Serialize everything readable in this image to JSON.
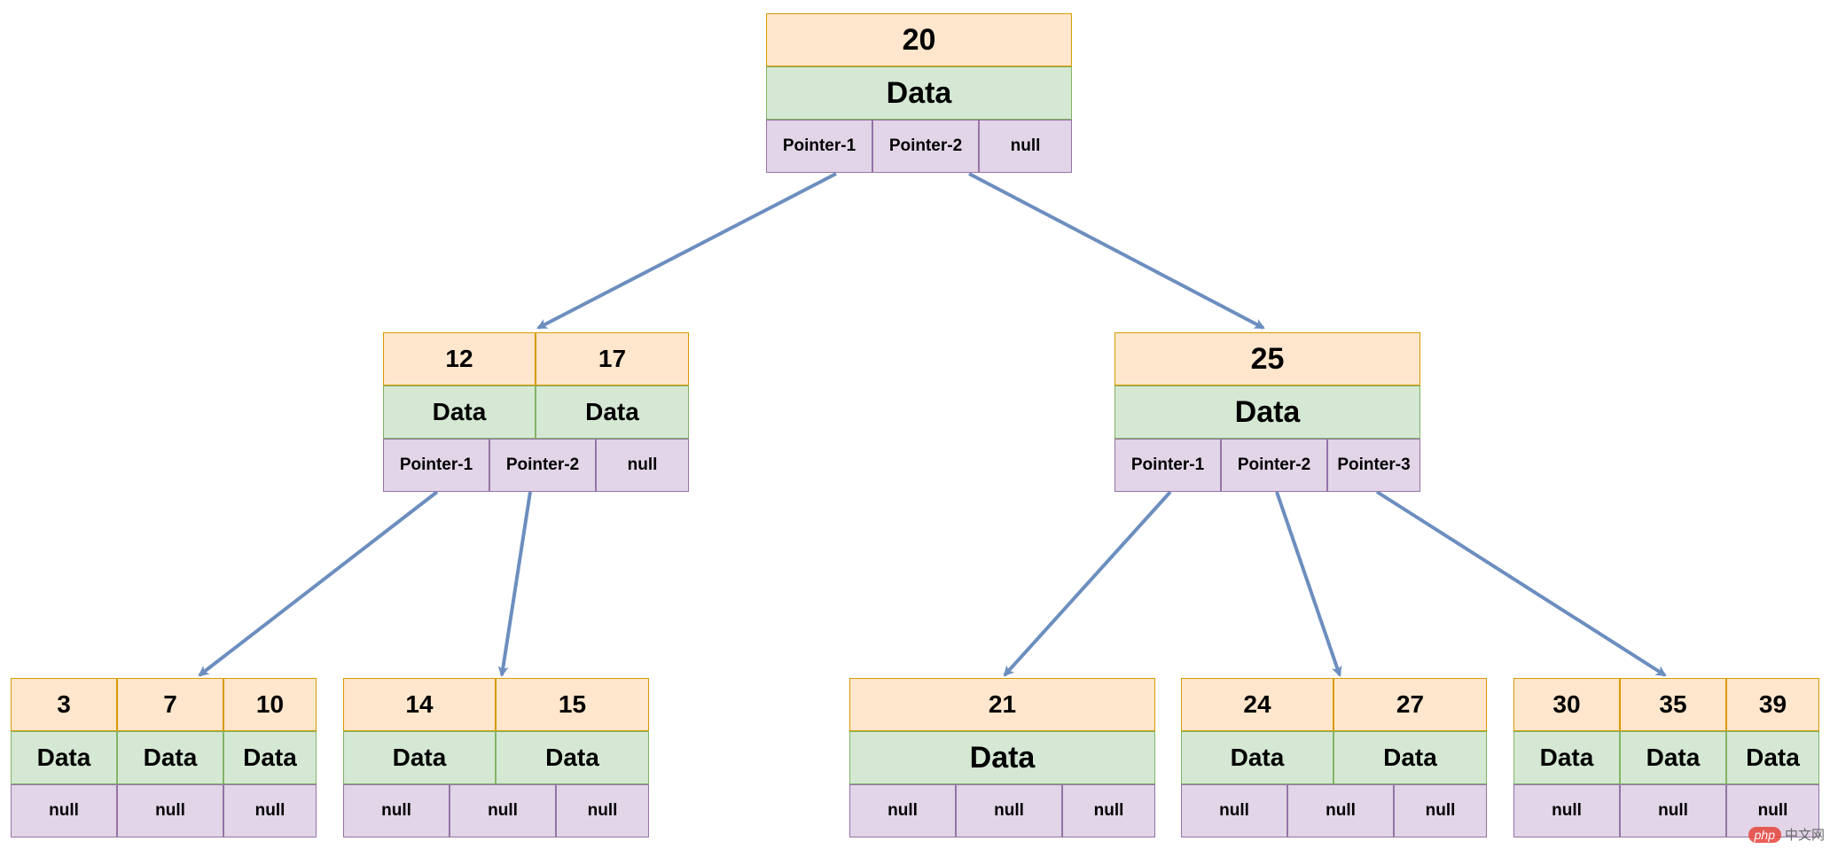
{
  "colors": {
    "key_fill": "#ffe6cc",
    "key_stroke": "#d79b00",
    "data_fill": "#d5e8d4",
    "data_stroke": "#82b366",
    "ptr_fill": "#e1d5e7",
    "ptr_stroke": "#9673a6",
    "edge": "#6c8ebf"
  },
  "nodes": [
    {
      "id": "root",
      "keys": [
        "20"
      ],
      "data": [
        "Data"
      ],
      "pointers": [
        "Pointer-1",
        "Pointer-2",
        "null"
      ]
    },
    {
      "id": "left",
      "keys": [
        "12",
        "17"
      ],
      "data": [
        "Data",
        "Data"
      ],
      "pointers": [
        "Pointer-1",
        "Pointer-2",
        "null"
      ]
    },
    {
      "id": "right",
      "keys": [
        "25"
      ],
      "data": [
        "Data"
      ],
      "pointers": [
        "Pointer-1",
        "Pointer-2",
        "Pointer-3"
      ]
    },
    {
      "id": "leaf1",
      "keys": [
        "3",
        "7",
        "10"
      ],
      "data": [
        "Data",
        "Data",
        "Data"
      ],
      "pointers": [
        "null",
        "null",
        "null"
      ]
    },
    {
      "id": "leaf2",
      "keys": [
        "14",
        "15"
      ],
      "data": [
        "Data",
        "Data"
      ],
      "pointers": [
        "null",
        "null",
        "null"
      ]
    },
    {
      "id": "leaf3",
      "keys": [
        "21"
      ],
      "data": [
        "Data"
      ],
      "pointers": [
        "null",
        "null",
        "null"
      ]
    },
    {
      "id": "leaf4",
      "keys": [
        "24",
        "27"
      ],
      "data": [
        "Data",
        "Data"
      ],
      "pointers": [
        "null",
        "null",
        "null"
      ]
    },
    {
      "id": "leaf5",
      "keys": [
        "30",
        "35",
        "39"
      ],
      "data": [
        "Data",
        "Data",
        "Data"
      ],
      "pointers": [
        "null",
        "null",
        "null"
      ]
    }
  ],
  "edges": [
    {
      "from": "root",
      "pointer": 0,
      "to": "left"
    },
    {
      "from": "root",
      "pointer": 1,
      "to": "right"
    },
    {
      "from": "left",
      "pointer": 0,
      "to": "leaf1"
    },
    {
      "from": "left",
      "pointer": 1,
      "to": "leaf2"
    },
    {
      "from": "right",
      "pointer": 0,
      "to": "leaf3"
    },
    {
      "from": "right",
      "pointer": 1,
      "to": "leaf4"
    },
    {
      "from": "right",
      "pointer": 2,
      "to": "leaf5"
    }
  ],
  "watermark": {
    "badge": "php",
    "text": "中文网"
  }
}
